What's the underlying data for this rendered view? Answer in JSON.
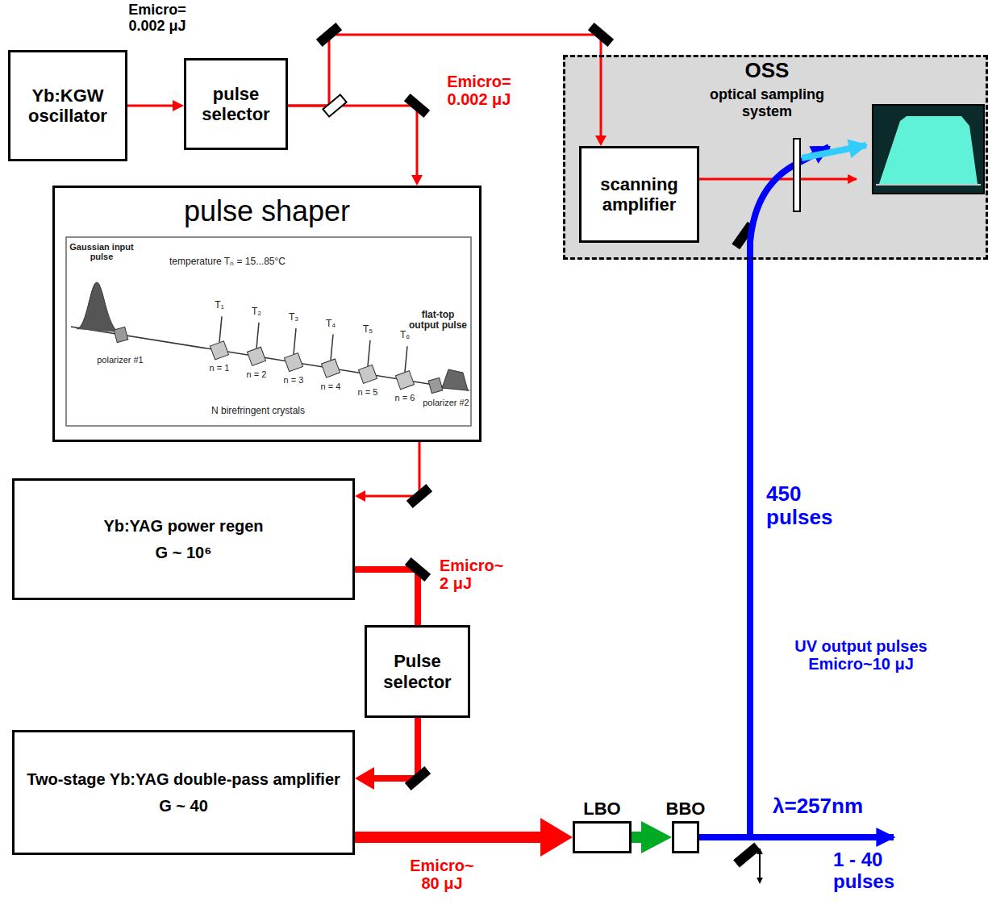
{
  "diagram": {
    "nodes": [
      {
        "text": [
          "Yb:KGW oscillator"
        ]
      },
      {
        "text": [
          "pulse selector"
        ]
      },
      {
        "text": [
          "OSS",
          "optical sampling system"
        ]
      },
      {
        "text": [
          "scanning amplifier"
        ],
        "in": 2
      },
      {
        "text": [
          "pulse shaper"
        ]
      },
      {
        "text": [
          "Yb:YAG power regen",
          "G ~ 10⁶"
        ]
      },
      {
        "text": [
          "Pulse selector"
        ]
      },
      {
        "text": [
          "Two-stage Yb:YAG double-pass amplifier",
          "G ~ 40"
        ]
      },
      {
        "text": [
          "LBO"
        ]
      },
      {
        "text": [
          "BBO"
        ]
      }
    ],
    "edges": [
      {
        "from": 0,
        "to": 1,
        "arrow": "to"
      },
      {
        "from": 1,
        "to": 4,
        "arrow": "to"
      },
      {
        "from": 1,
        "to": 3,
        "arrow": "to"
      },
      {
        "from": 4,
        "to": 5,
        "arrow": "to"
      },
      {
        "from": 5,
        "to": 6,
        "arrow": "none"
      },
      {
        "from": 6,
        "to": 7,
        "arrow": "to"
      },
      {
        "from": 7,
        "to": 8,
        "arrow": "to"
      },
      {
        "from": 8,
        "to": 9,
        "arrow": "to"
      },
      {
        "from": 9,
        "to": 2,
        "arrow": "none"
      }
    ],
    "labels": [
      "Emicro= 0.002 μJ",
      "Emicro= 0.002 μJ",
      "Emicro~ 2 μJ",
      "Emicro~ 80 μJ",
      "450 pulses",
      "UV output pulses Emicro~10 μJ",
      "λ=257nm",
      "1 - 40 pulses",
      "Gaussian input pulse",
      "temperature Tₙ = 15...85°C",
      "T₁",
      "T₂",
      "T₃",
      "T₄",
      "T₅",
      "T₆",
      "polarizer #1",
      "n = 1",
      "n = 2",
      "n = 3",
      "n = 4",
      "n = 5",
      "n = 6",
      "N birefringent crystals",
      "flat-top output pulse",
      "polarizer #2"
    ]
  }
}
